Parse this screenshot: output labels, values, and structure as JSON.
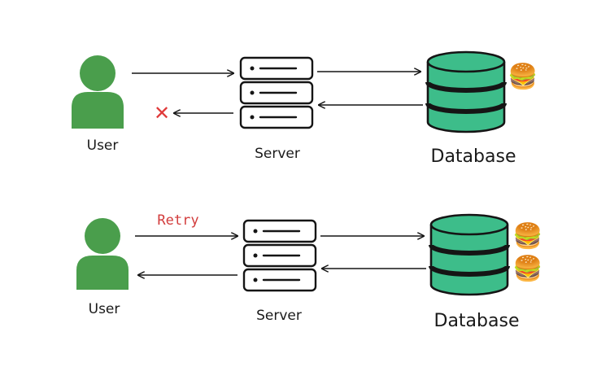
{
  "colors": {
    "green": "#4a9e4c",
    "db_green": "#3dbd8a",
    "stroke": "#151515",
    "retry_red": "#d23c3c",
    "fail_red": "#e03a3a"
  },
  "icons": [
    "user-icon",
    "server-icon",
    "database-icon",
    "burger-icon",
    "failure-x-icon",
    "arrow-icon"
  ],
  "top_scenario": {
    "user_label": "User",
    "server_label": "Server",
    "database_label": "Database",
    "failure_mark": "✕",
    "burger_count": 1,
    "burgers": [
      "🍔"
    ]
  },
  "bottom_scenario": {
    "user_label": "User",
    "server_label": "Server",
    "database_label": "Database",
    "retry_label": "Retry",
    "burger_count": 2,
    "burgers": [
      "🍔",
      "🍔"
    ]
  }
}
